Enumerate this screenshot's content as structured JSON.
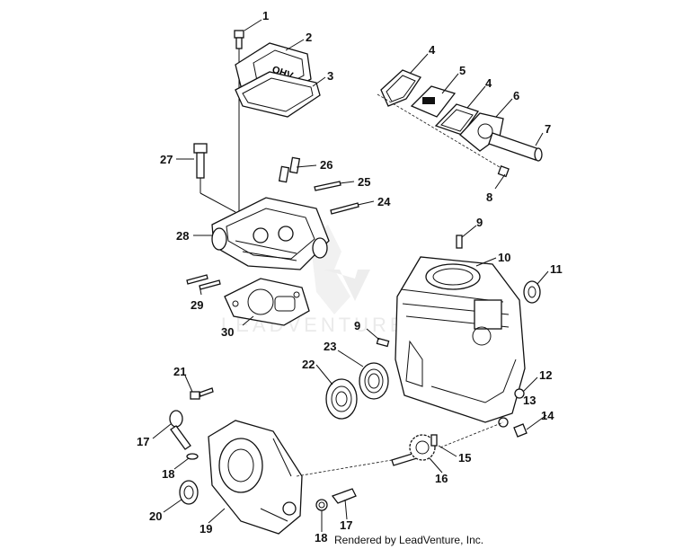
{
  "watermark": "LEADVENTURE",
  "credit": "Rendered by LeadVenture, Inc.",
  "cover_text": "OHV",
  "callouts": [
    {
      "id": "c1",
      "text": "1"
    },
    {
      "id": "c2",
      "text": "2"
    },
    {
      "id": "c3",
      "text": "3"
    },
    {
      "id": "c4a",
      "text": "4"
    },
    {
      "id": "c5",
      "text": "5"
    },
    {
      "id": "c4b",
      "text": "4"
    },
    {
      "id": "c6",
      "text": "6"
    },
    {
      "id": "c7",
      "text": "7"
    },
    {
      "id": "c8",
      "text": "8"
    },
    {
      "id": "c27",
      "text": "27"
    },
    {
      "id": "c26",
      "text": "26"
    },
    {
      "id": "c25",
      "text": "25"
    },
    {
      "id": "c24",
      "text": "24"
    },
    {
      "id": "c28",
      "text": "28"
    },
    {
      "id": "c29",
      "text": "29"
    },
    {
      "id": "c30",
      "text": "30"
    },
    {
      "id": "c9a",
      "text": "9"
    },
    {
      "id": "c10",
      "text": "10"
    },
    {
      "id": "c11",
      "text": "11"
    },
    {
      "id": "c9b",
      "text": "9"
    },
    {
      "id": "c23",
      "text": "23"
    },
    {
      "id": "c22",
      "text": "22"
    },
    {
      "id": "c12",
      "text": "12"
    },
    {
      "id": "c13",
      "text": "13"
    },
    {
      "id": "c14",
      "text": "14"
    },
    {
      "id": "c21",
      "text": "21"
    },
    {
      "id": "c17a",
      "text": "17"
    },
    {
      "id": "c18a",
      "text": "18"
    },
    {
      "id": "c20",
      "text": "20"
    },
    {
      "id": "c19",
      "text": "19"
    },
    {
      "id": "c15",
      "text": "15"
    },
    {
      "id": "c16",
      "text": "16"
    },
    {
      "id": "c18b",
      "text": "18"
    },
    {
      "id": "c17b",
      "text": "17"
    }
  ]
}
